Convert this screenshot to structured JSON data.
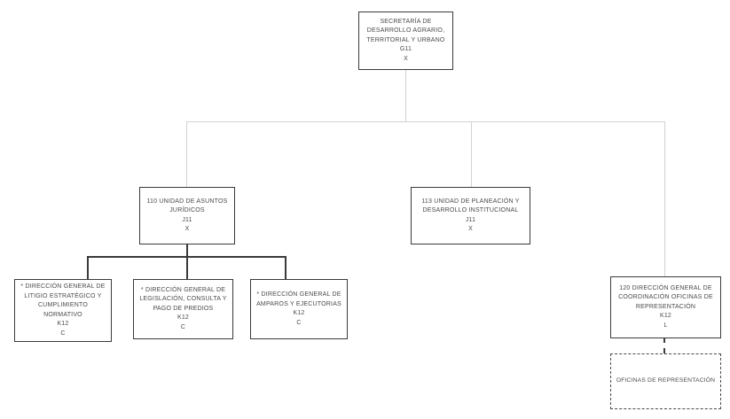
{
  "colors": {
    "background": "#ffffff",
    "box_border": "#3a3a3a",
    "connector_light": "#d2d2d2",
    "connector_dark": "#3a3a3a",
    "text": "#4a4a4a"
  },
  "org": {
    "root": {
      "lines": [
        "SECRETARÍA DE",
        "DESARROLLO AGRARIO,",
        "TERRITORIAL Y URBANO",
        "G11",
        "X"
      ]
    },
    "unidad_asuntos_juridicos": {
      "lines": [
        "110 UNIDAD DE ASUNTOS",
        "JURÍDICOS",
        "J11",
        "X"
      ]
    },
    "unidad_planeacion": {
      "lines": [
        "113 UNIDAD DE PLANEACIÓN Y",
        "DESARROLLO INSTITUCIONAL",
        "J11",
        "X"
      ]
    },
    "dg_coordinacion_oficinas": {
      "lines": [
        "120 DIRECCIÓN GENERAL DE",
        "COORDINACIÓN OFICINAS DE",
        "REPRESENTACIÓN",
        "K12",
        "L"
      ]
    },
    "dg_litigio": {
      "lines": [
        "* DIRECCIÓN GENERAL DE",
        "LITIGIO ESTRATÉGICO Y",
        "CUMPLIMIENTO",
        "NORMATIVO",
        "K12",
        "C"
      ]
    },
    "dg_legislacion": {
      "lines": [
        "* DIRECCIÓN GENERAL DE",
        "LEGISLACIÓN, CONSULTA Y",
        "PAGO DE PREDIOS",
        "K12",
        "C"
      ]
    },
    "dg_amparos": {
      "lines": [
        "* DIRECCIÓN GENERAL DE",
        "AMPAROS Y EJECUTORIAS",
        "K12",
        "C"
      ]
    },
    "oficinas_representacion": {
      "lines": [
        "OFICINAS DE REPRESENTACIÓN"
      ]
    }
  }
}
